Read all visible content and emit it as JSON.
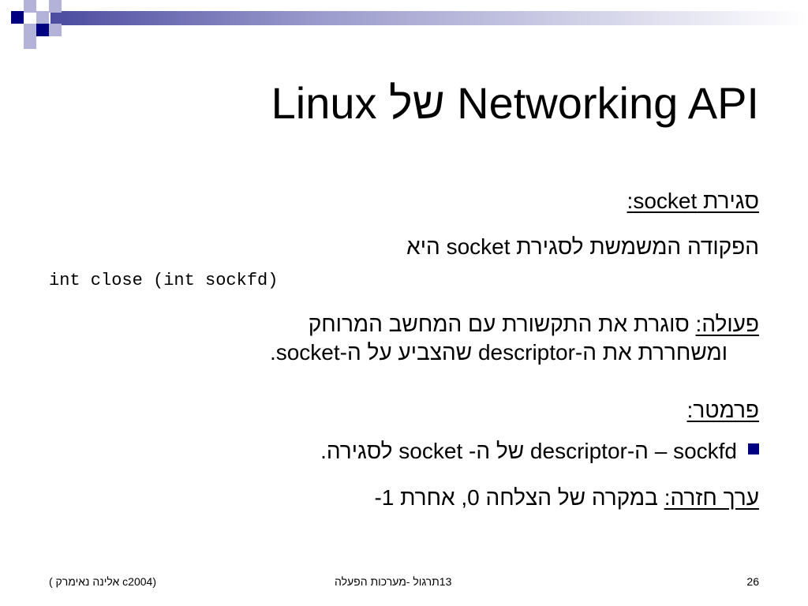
{
  "slide": {
    "title": "Linux של Networking API",
    "heading_label": "סגירת  socket:",
    "intro_line": "הפקודה המשמשת לסגירת socket היא",
    "code_line": "int close (int sockfd)",
    "action": {
      "label": "פעולה:",
      "line1_text": " סוגרת את התקשורת עם המחשב המרוחק",
      "line2_text": "ומשחררת את ה-descriptor שהצביע על ה-socket."
    },
    "param_label": "פרמטר:",
    "bullet_text": "sockfd – ה-descriptor של ה- socket לסגירה.",
    "return": {
      "label": "ערך חזרה:",
      "text": " במקרה של הצלחה 0, אחרת 1-"
    }
  },
  "footer": {
    "left": "(c2004 אלינה נאימרק )",
    "center": "13תרגול  -מערכות הפעלה",
    "page_number": "26"
  },
  "colors": {
    "accent": "#000080",
    "decor_light": "#B3B3D9"
  }
}
